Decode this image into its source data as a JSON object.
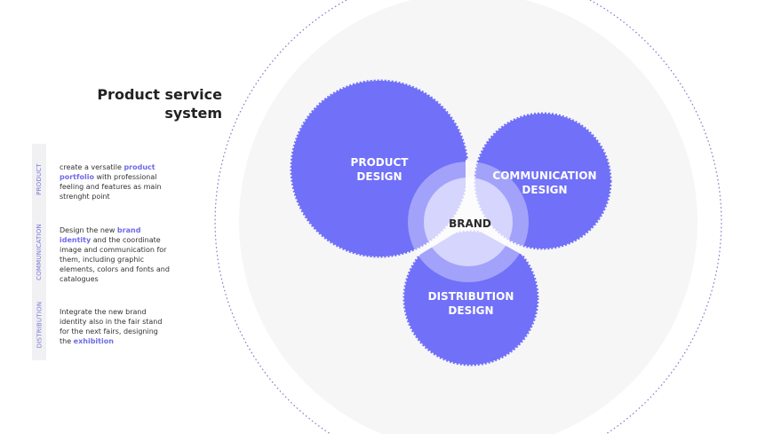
{
  "title": {
    "line1": "Product service",
    "line2": "system"
  },
  "side": [
    {
      "tab": "PRODUCT",
      "pre": "create a versatile ",
      "hl": "product portfolio",
      "post": " with professional feeling and features as main strenght point"
    },
    {
      "tab": "COMMUNICATION",
      "pre": "Design the new ",
      "hl": "brand identity",
      "post": " and the coordinate image and communication for them, including graphic elements, colors and fonts and catalogues"
    },
    {
      "tab": "DISTRIBUTION",
      "pre": "Integrate the new brand identity also in the fair stand for the next fairs, designing the ",
      "hl": "exhibition",
      "post": ""
    }
  ],
  "circles": {
    "product": {
      "l1": "PRODUCT",
      "l2": "DESIGN"
    },
    "communication": {
      "l1": "COMMUNICATION",
      "l2": "DESIGN"
    },
    "distribution": {
      "l1": "DISTRIBUTION",
      "l2": "DESIGN"
    },
    "brand": "BRAND"
  },
  "colors": {
    "accent": "#7070f8",
    "text_highlight": "#6f6be8"
  }
}
